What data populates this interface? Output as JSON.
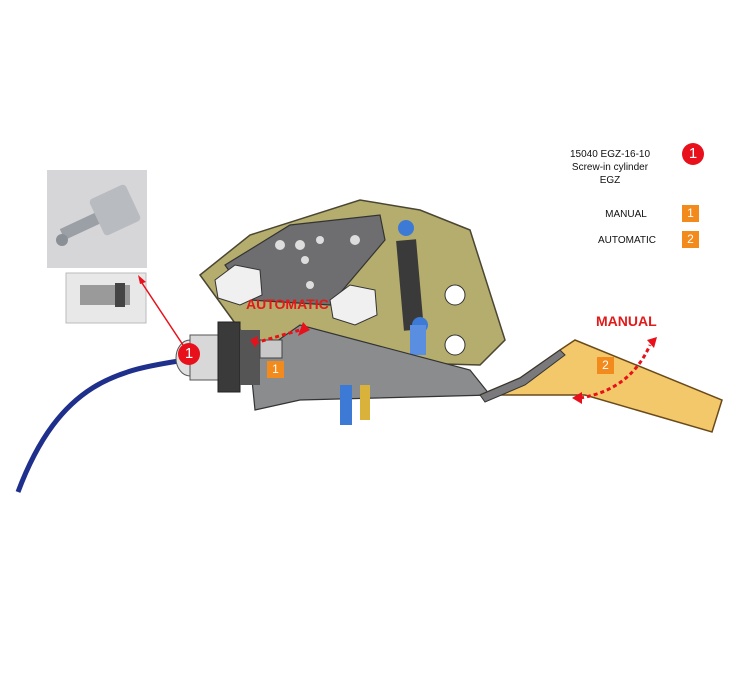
{
  "legend": {
    "part_number": "15040 EGZ-16-10",
    "part_name": "Screw-in cylinder",
    "part_series": "EGZ",
    "part_badge": "1",
    "items": [
      {
        "label": "MANUAL",
        "badge": "1"
      },
      {
        "label": "AUTOMATIC",
        "badge": "2"
      }
    ]
  },
  "callouts": {
    "automatic_label": "AUTOMATIC",
    "manual_label": "MANUAL",
    "cylinder_badge": "1",
    "automatic_badge": "1",
    "manual_badge": "2"
  },
  "colors": {
    "accent_red": "#e8101a",
    "badge_orange": "#f28a1c",
    "plate": "#b5ad6e",
    "lever": "#f2c86a",
    "cable": "#1e2f8c"
  }
}
